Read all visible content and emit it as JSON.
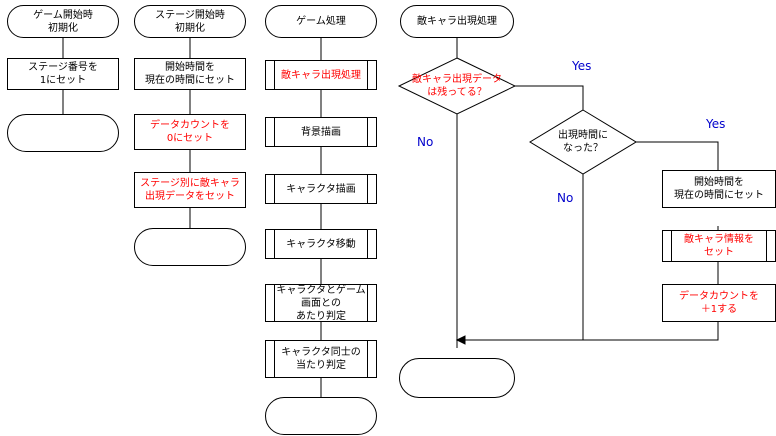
{
  "colors": {
    "line": "#000000",
    "highlight_text": "#ff0000",
    "branch_label": "#0000cc"
  },
  "col1": {
    "start": "ゲーム開始時\n初期化",
    "step1": "ステージ番号を\n1にセット",
    "end": ""
  },
  "col2": {
    "start": "ステージ開始時\n初期化",
    "step1": "開始時間を\n現在の時間にセット",
    "step2": "データカウントを\n0にセット",
    "step3": "ステージ別に敵キャラ\n出現データをセット",
    "end": ""
  },
  "col3": {
    "start": "ゲーム処理",
    "step1": "敵キャラ出現処理",
    "step2": "背景描画",
    "step3": "キャラクタ描画",
    "step4": "キャラクタ移動",
    "step5": "キャラクタとゲーム\n画面との\nあたり判定",
    "step6": "キャラクタ同士の\n当たり判定",
    "end": ""
  },
  "col4": {
    "start": "敵キャラ出現処理",
    "decision1": "敵キャラ出現データ\nは残ってる？",
    "decision2": "出現時間に\nなった？",
    "step1": "開始時間を\n現在の時間にセット",
    "step2": "敵キャラ情報を\nセット",
    "step3": "データカウントを\n＋1する",
    "end": "",
    "yes1": "Yes",
    "no1": "No",
    "yes2": "Yes",
    "no2": "No"
  }
}
